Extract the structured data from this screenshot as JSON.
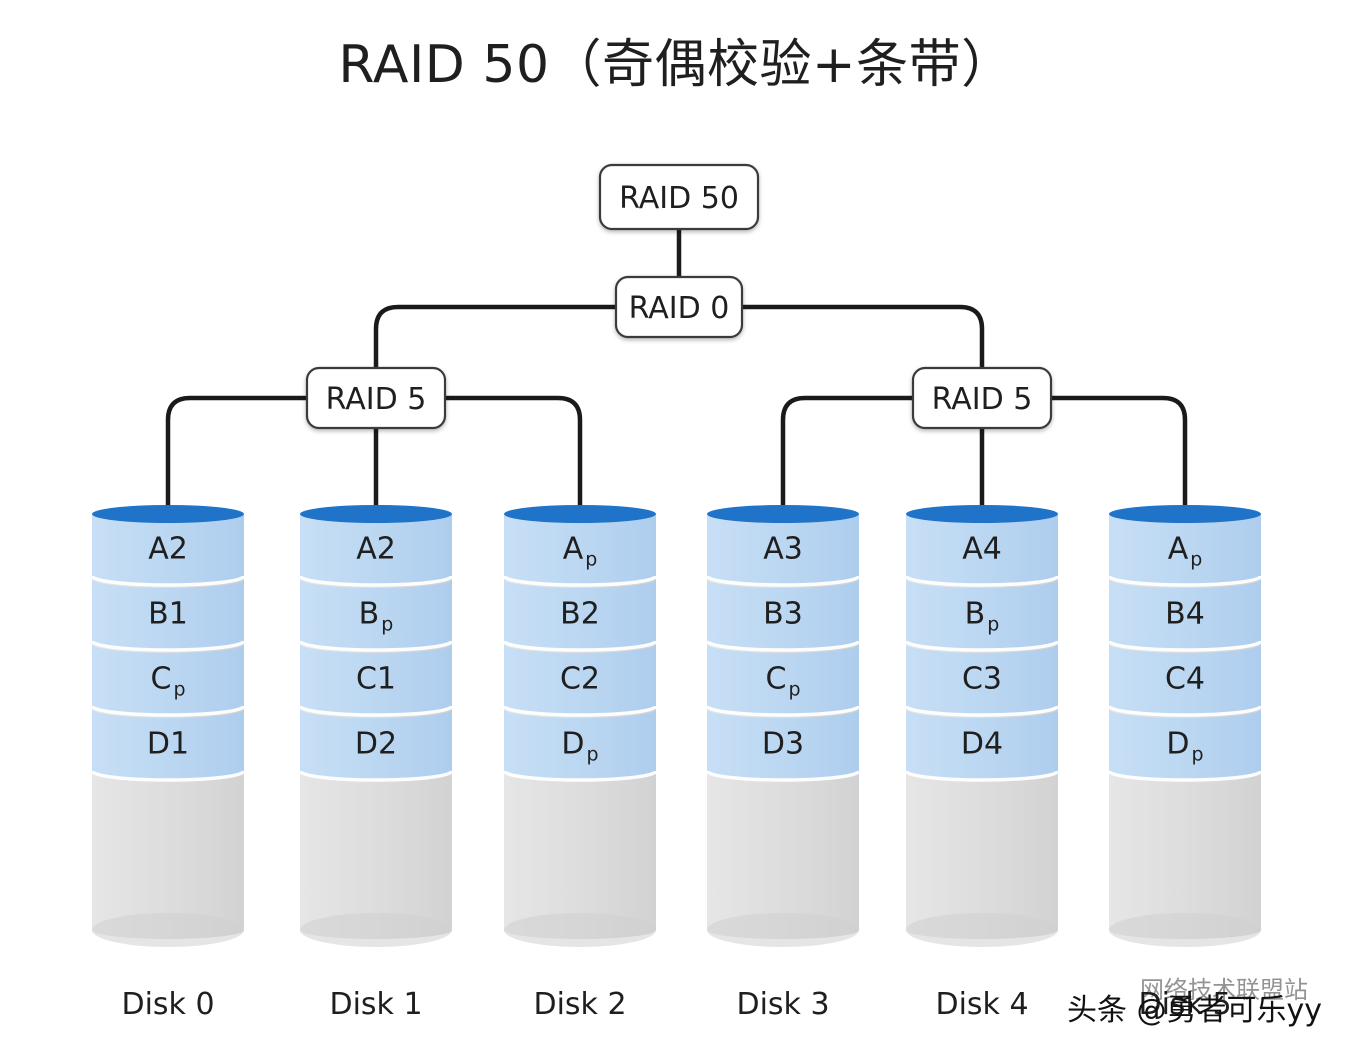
{
  "title": "RAID 50（奇偶校验+条带）",
  "top_node": "RAID 50",
  "mid_node": "RAID 0",
  "groups": [
    {
      "label": "RAID 5",
      "disks": [
        0,
        1,
        2
      ]
    },
    {
      "label": "RAID 5",
      "disks": [
        3,
        4,
        5
      ]
    }
  ],
  "disks": [
    {
      "label": "Disk 0",
      "blocks": [
        {
          "base": "A",
          "sub": "",
          "num": "2"
        },
        {
          "base": "B",
          "sub": "",
          "num": "1"
        },
        {
          "base": "C",
          "sub": "p",
          "num": ""
        },
        {
          "base": "D",
          "sub": "",
          "num": "1"
        }
      ]
    },
    {
      "label": "Disk 1",
      "blocks": [
        {
          "base": "A",
          "sub": "",
          "num": "2"
        },
        {
          "base": "B",
          "sub": "p",
          "num": ""
        },
        {
          "base": "C",
          "sub": "",
          "num": "1"
        },
        {
          "base": "D",
          "sub": "",
          "num": "2"
        }
      ]
    },
    {
      "label": "Disk 2",
      "blocks": [
        {
          "base": "A",
          "sub": "p",
          "num": ""
        },
        {
          "base": "B",
          "sub": "",
          "num": "2"
        },
        {
          "base": "C",
          "sub": "",
          "num": "2"
        },
        {
          "base": "D",
          "sub": "p",
          "num": ""
        }
      ]
    },
    {
      "label": "Disk 3",
      "blocks": [
        {
          "base": "A",
          "sub": "",
          "num": "3"
        },
        {
          "base": "B",
          "sub": "",
          "num": "3"
        },
        {
          "base": "C",
          "sub": "p",
          "num": ""
        },
        {
          "base": "D",
          "sub": "",
          "num": "3"
        }
      ]
    },
    {
      "label": "Disk 4",
      "blocks": [
        {
          "base": "A",
          "sub": "",
          "num": "4"
        },
        {
          "base": "B",
          "sub": "p",
          "num": ""
        },
        {
          "base": "C",
          "sub": "",
          "num": "3"
        },
        {
          "base": "D",
          "sub": "",
          "num": "4"
        }
      ]
    },
    {
      "label": "Disk 5",
      "blocks": [
        {
          "base": "A",
          "sub": "p",
          "num": ""
        },
        {
          "base": "B",
          "sub": "",
          "num": "4"
        },
        {
          "base": "C",
          "sub": "",
          "num": "4"
        },
        {
          "base": "D",
          "sub": "p",
          "num": ""
        }
      ]
    }
  ],
  "watermark": {
    "line1": "网络技术联盟站",
    "line2": "头条 @勇者可乐yy"
  },
  "colors": {
    "disk_top": "#1f73c9",
    "data_block": "#c3dcf5",
    "disk_body": "#e4e4e4",
    "line": "#1a1a1a",
    "text": "#1f1f1f"
  }
}
